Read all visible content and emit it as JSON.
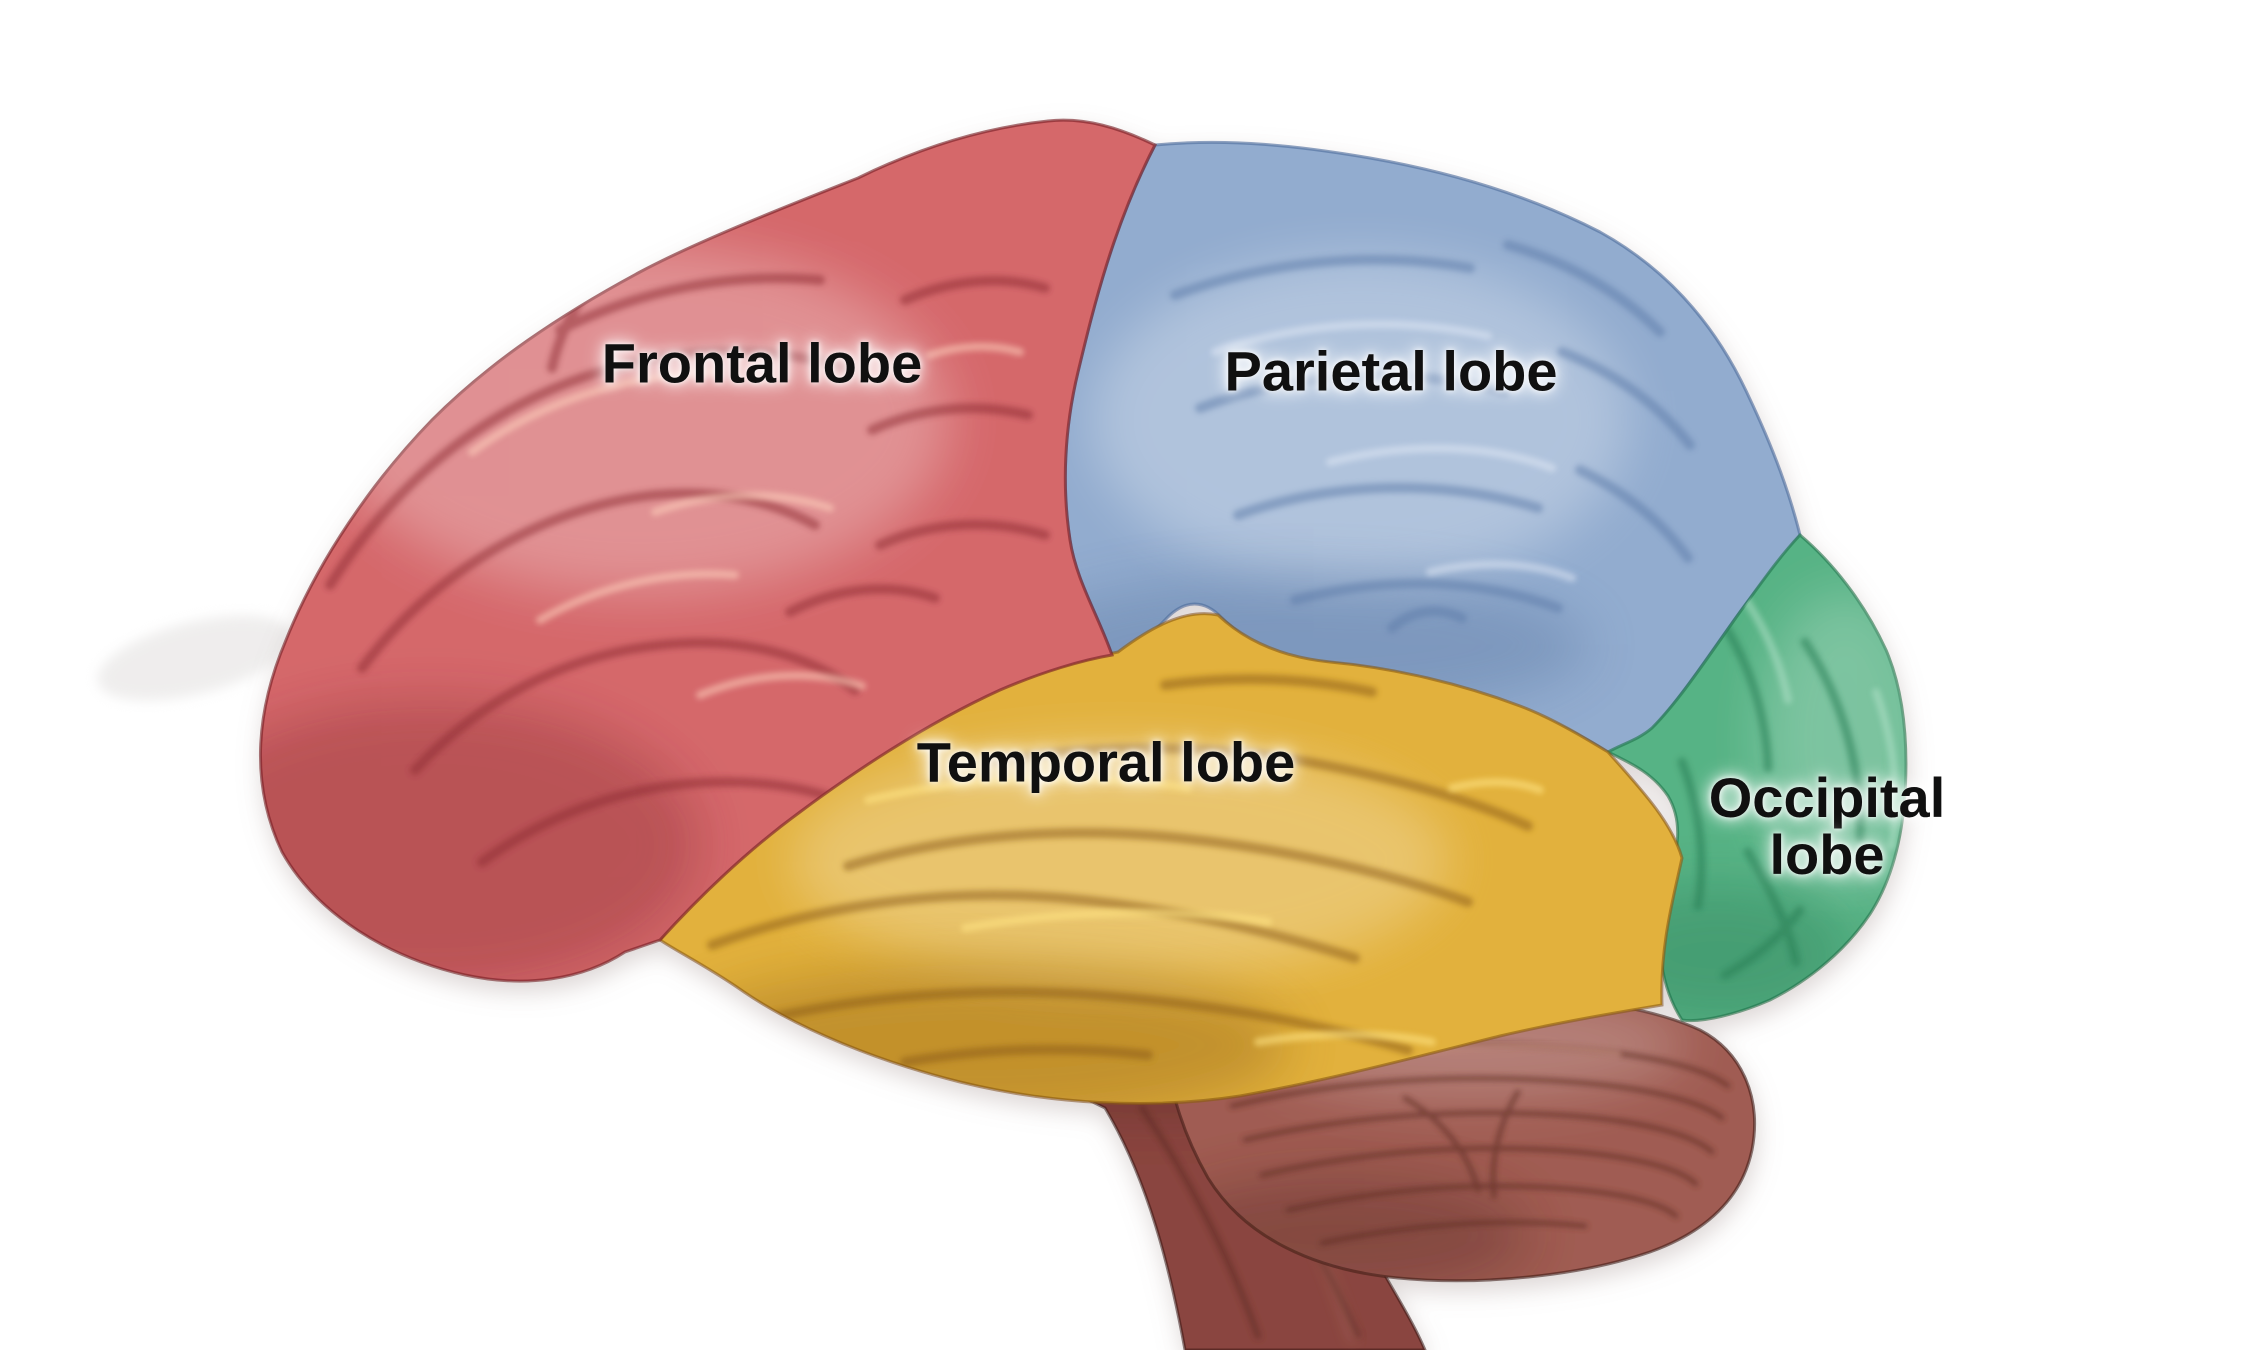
{
  "figure": {
    "background_color": "#ffffff",
    "label_text_color": "#101010"
  },
  "labels": {
    "frontal": "Frontal lobe",
    "parietal": "Parietal lobe",
    "temporal": "Temporal lobe",
    "occipital_line1": "Occipital",
    "occipital_line2": "lobe"
  },
  "region_colors": {
    "frontal": "#d5686b",
    "parietal": "#92accf",
    "temporal": "#e2b13c",
    "occipital": "#57b385",
    "cerebellum": "#a05c52",
    "brainstem": "#8a453f"
  }
}
